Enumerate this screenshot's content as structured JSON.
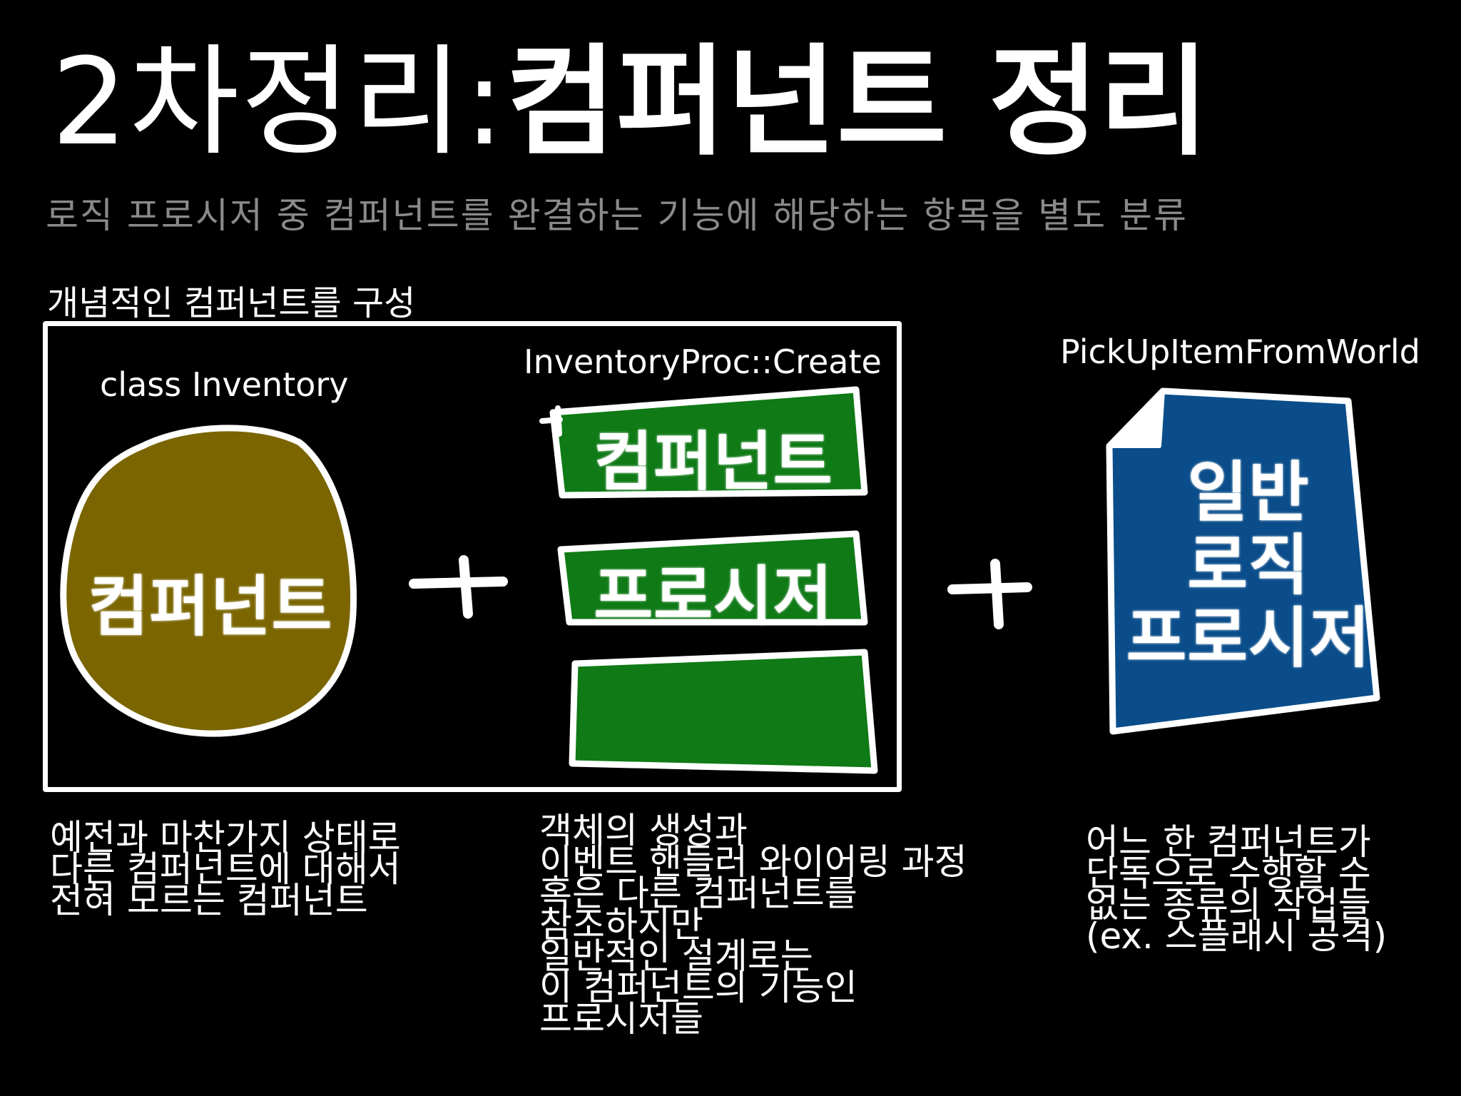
{
  "title": {
    "light": "2차정리:",
    "bold": "컴퍼넌트 정리"
  },
  "subtitle": "로직 프로시저 중 컴퍼넌트를 완결하는 기능에 해당하는 항목을 별도 분류",
  "group_caption": "개념적인 컴퍼넌트를 구성",
  "labels": {
    "class": "class Inventory",
    "proc": "InventoryProc::Create",
    "world": "PickUpItemFromWorld"
  },
  "shapes": {
    "circle": "컴퍼넌트",
    "bar1": "컴퍼넌트",
    "bar2": "프로시저",
    "doc": "일반\n로직\n프로시저"
  },
  "colors": {
    "circle_fill": "#7a6500",
    "bar_fill": "#0f7a16",
    "doc_fill": "#0a4d8a",
    "outline": "#ffffff",
    "subtitle": "#8a8a8a"
  },
  "icons": {
    "plus": "plus-icon"
  },
  "descriptions": {
    "d1": "예전과 마찬가지 상태로\n다른 컴퍼넌트에 대해서\n전혀 모르는 컴퍼넌트",
    "d2": "객체의 생성과\n이벤트 핸들러 와이어링 과정\n혹은 다른 컴퍼넌트를\n참조하지만\n일반적인 설계로는\n이 컴퍼넌트의 기능인\n프로시저들",
    "d3": "어느 한 컴퍼넌트가\n단독으로 수행할 수\n없는 종류의 작업들\n(ex. 스플래시 공격)"
  }
}
